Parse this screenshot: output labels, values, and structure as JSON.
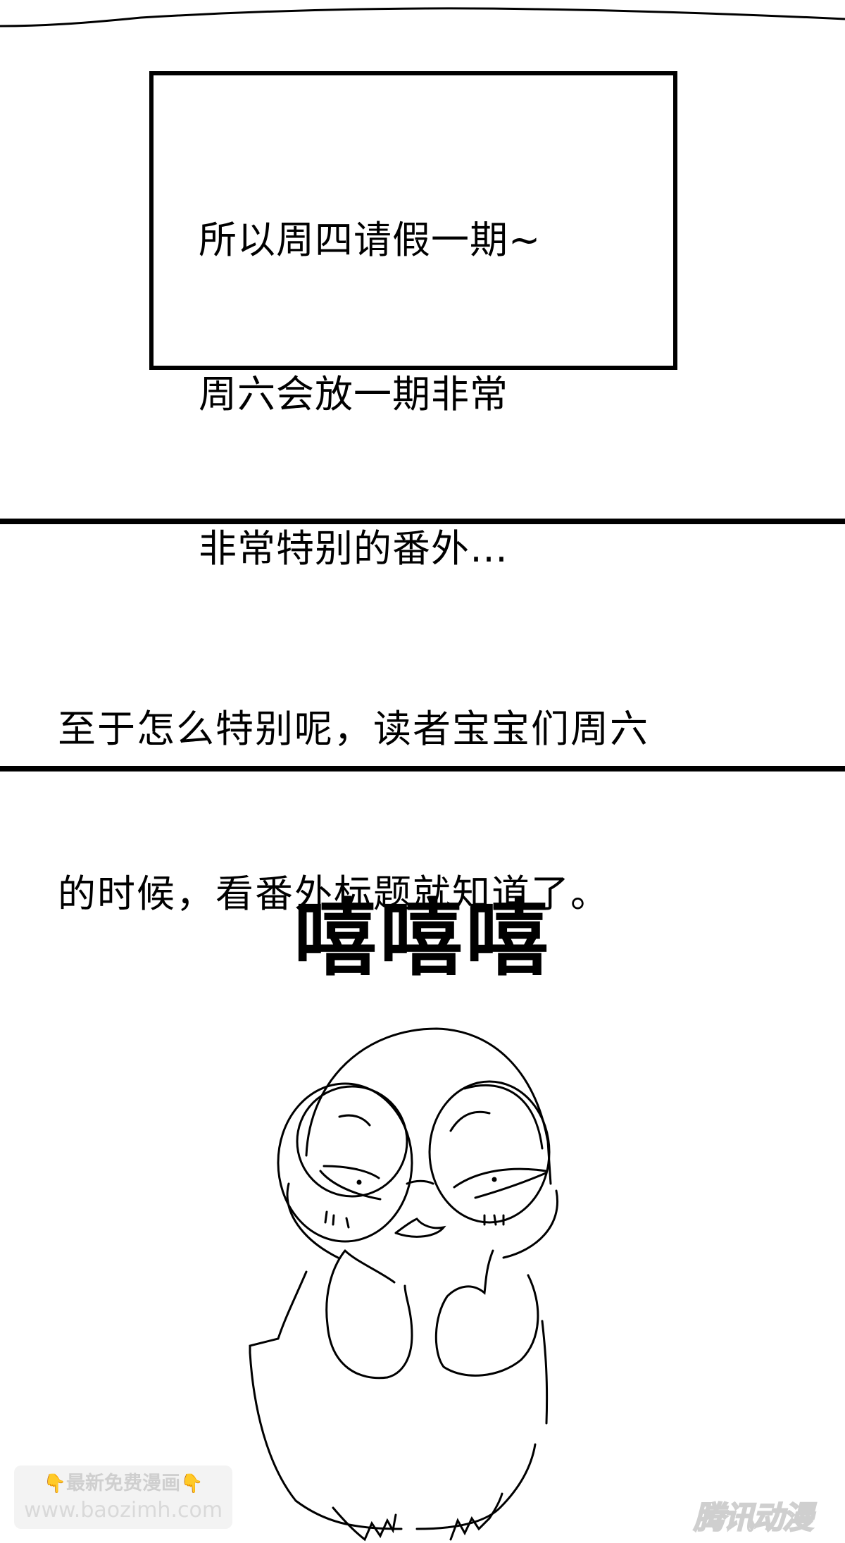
{
  "panels": {
    "box": {
      "lines": [
        "所以周四请假一期~",
        "周六会放一期非常",
        "非常特别的番外…"
      ]
    },
    "middle": {
      "lines": [
        "至于怎么特别呢，读者宝宝们周六",
        "的时候，看番外标题就知道了。"
      ]
    },
    "shout": "嘻嘻嘻"
  },
  "watermark": {
    "line1": "最新免费漫画",
    "hand_icon": "👇",
    "line2": "www.baozimh.com"
  },
  "brand": "腾讯动漫",
  "colors": {
    "ink": "#000000",
    "paper": "#ffffff",
    "watermark_bg": "#f3f3f3",
    "watermark_text": "#cfcfcf",
    "hand": "#f5c04a"
  }
}
